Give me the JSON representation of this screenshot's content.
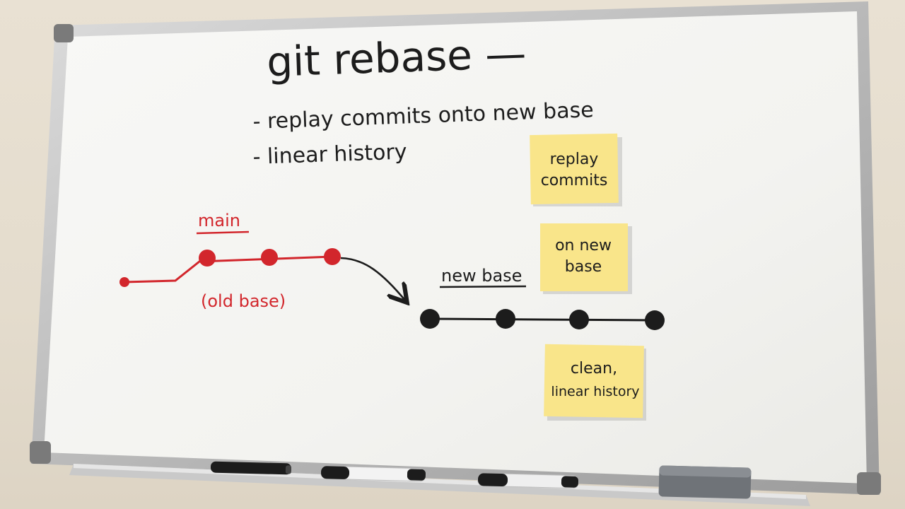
{
  "board": {
    "title": "git rebase —",
    "bullets": [
      "- replay commits onto new base",
      "- linear history"
    ]
  },
  "diagram": {
    "main_label": "main",
    "old_base_label": "(old base)",
    "new_base_label": "new base",
    "main_commit_count": 3,
    "new_base_commit_count": 4
  },
  "notes": [
    {
      "lines": [
        "replay",
        "commits"
      ]
    },
    {
      "lines": [
        "on new",
        "base"
      ]
    },
    {
      "lines": [
        "clean,",
        "linear history"
      ]
    }
  ],
  "colors": {
    "red_marker": "#d2262c",
    "black_marker": "#1c1c1c",
    "sticky_note": "#f9e58a",
    "board_surface": "#f6f6f3"
  },
  "tray": {
    "items": [
      "black-marker",
      "black-marker",
      "black-marker",
      "eraser"
    ]
  }
}
